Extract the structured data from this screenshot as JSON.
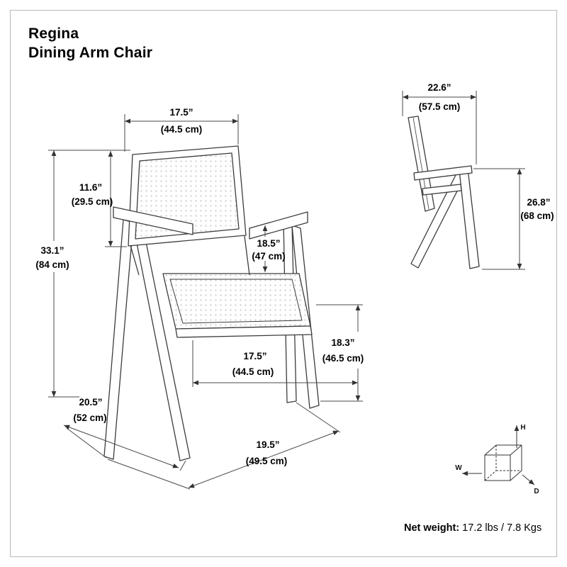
{
  "header": {
    "line1": "Regina",
    "line2": "Dining Arm Chair"
  },
  "footer": {
    "net_weight_label": "Net weight:",
    "net_weight_value": " 17.2 lbs / 7.8 Kgs"
  },
  "cube": {
    "h": "H",
    "w": "W",
    "d": "D"
  },
  "dims": {
    "back_width": {
      "in": "17.5”",
      "cm": "(44.5 cm)"
    },
    "back_height": {
      "in": "11.6”",
      "cm": "(29.5 cm)"
    },
    "total_height": {
      "in": "33.1”",
      "cm": "(84 cm)"
    },
    "seat_width": {
      "in": "18.5”",
      "cm": "(47 cm)"
    },
    "seat_depth": {
      "in": "17.5”",
      "cm": "(44.5 cm)"
    },
    "seat_height": {
      "in": "18.3”",
      "cm": "(46.5 cm)"
    },
    "base_depth": {
      "in": "20.5”",
      "cm": "(52 cm)"
    },
    "base_width": {
      "in": "19.5”",
      "cm": "(49.5 cm)"
    },
    "side_depth": {
      "in": "22.6”",
      "cm": "(57.5 cm)"
    },
    "arm_height": {
      "in": "26.8”",
      "cm": "(68 cm)"
    }
  }
}
